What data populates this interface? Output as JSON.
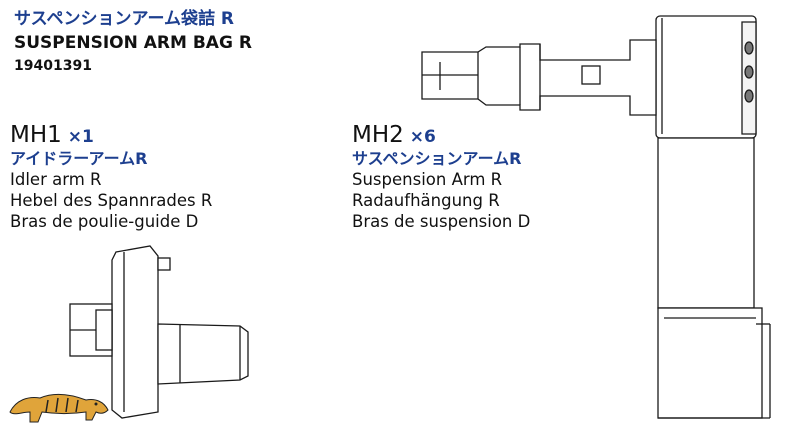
{
  "header": {
    "title_jp": "サスペンションアーム袋詰 R",
    "title_en": "SUSPENSION ARM BAG R",
    "part_number": "19401391"
  },
  "parts": [
    {
      "code": "MH1",
      "qty": "×1",
      "name_jp": "アイドラーアームR",
      "name_en": "Idler arm R",
      "name_de": "Hebel des Spannrades R",
      "name_fr": "Bras de poulie-guide D"
    },
    {
      "code": "MH2",
      "qty": "×6",
      "name_jp": "サスペンションアームR",
      "name_en": "Suspension Arm R",
      "name_de": "Radaufhängung R",
      "name_fr": "Bras de suspension D"
    }
  ],
  "logo": {
    "icon": "tiger-logo-icon"
  }
}
